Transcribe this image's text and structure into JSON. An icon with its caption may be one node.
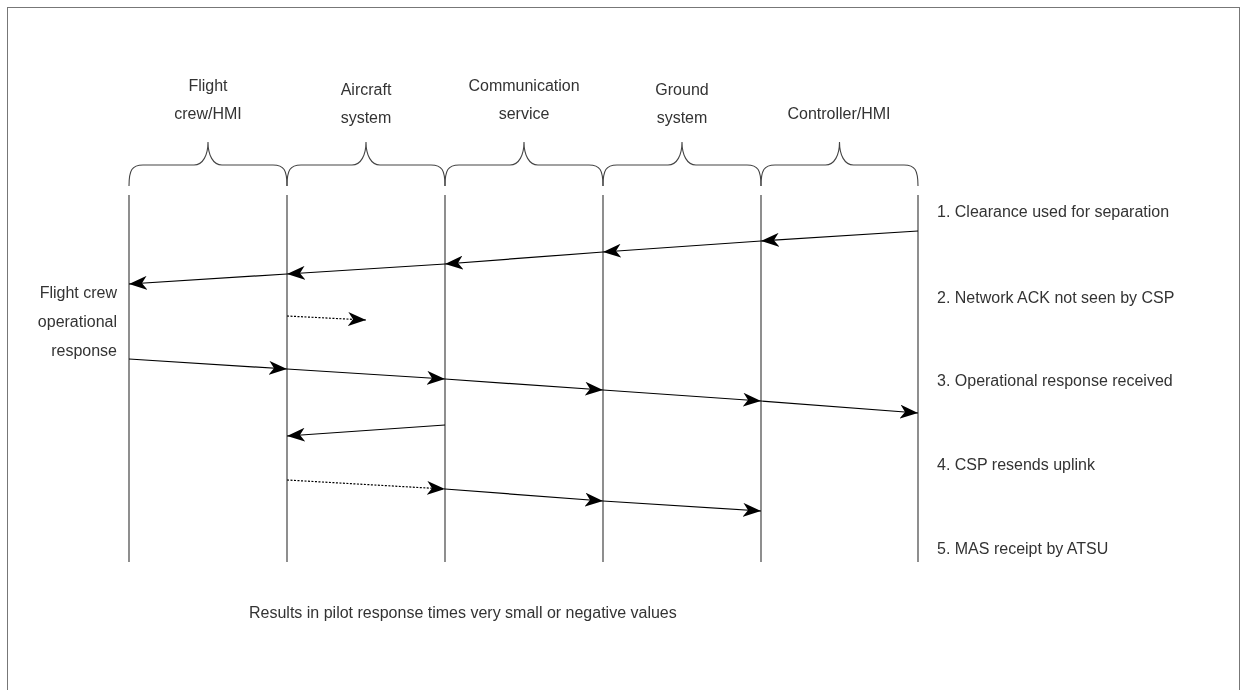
{
  "diagram": {
    "caption": "Results in pilot response times very small or negative values",
    "nodes": [
      {
        "text": [
          "Flight crew/HMI"
        ]
      },
      {
        "text": [
          "Aircraft system"
        ]
      },
      {
        "text": [
          "Communication service"
        ]
      },
      {
        "text": [
          "Ground system"
        ]
      },
      {
        "text": [
          "Controller/HMI"
        ]
      },
      {
        "text": [],
        "shape": "line"
      },
      {
        "text": [],
        "shape": "line"
      },
      {
        "text": [],
        "shape": "line"
      },
      {
        "text": [],
        "shape": "line"
      },
      {
        "text": [],
        "shape": "line"
      },
      {
        "text": [],
        "shape": "line"
      }
    ],
    "edges": [
      {
        "from": 10,
        "to": 9,
        "arrow": "to"
      },
      {
        "from": 9,
        "to": 8,
        "arrow": "to"
      },
      {
        "from": 8,
        "to": 7,
        "arrow": "to"
      },
      {
        "from": 7,
        "to": 6,
        "arrow": "to"
      },
      {
        "from": 6,
        "to": 5,
        "arrow": "to"
      },
      {
        "from": 6,
        "to": null,
        "arrow": "to",
        "style": "dashed"
      },
      {
        "from": 5,
        "to": 6,
        "arrow": "to"
      },
      {
        "from": 6,
        "to": 7,
        "arrow": "to"
      },
      {
        "from": 7,
        "to": 8,
        "arrow": "to"
      },
      {
        "from": 8,
        "to": 9,
        "arrow": "to"
      },
      {
        "from": 9,
        "to": 10,
        "arrow": "to"
      },
      {
        "from": 7,
        "to": 6,
        "arrow": "to"
      },
      {
        "from": 6,
        "to": 7,
        "arrow": "to",
        "style": "dashed"
      },
      {
        "from": 7,
        "to": 8,
        "arrow": "to"
      },
      {
        "from": 8,
        "to": 9,
        "arrow": "to"
      }
    ],
    "labels": [
      "Flight crew operational response",
      "1. Clearance used for separation",
      "2. Network ACK not seen by CSP",
      "3. Operational response received",
      "4. CSP resends uplink",
      "5. MAS receipt by ATSU"
    ]
  }
}
